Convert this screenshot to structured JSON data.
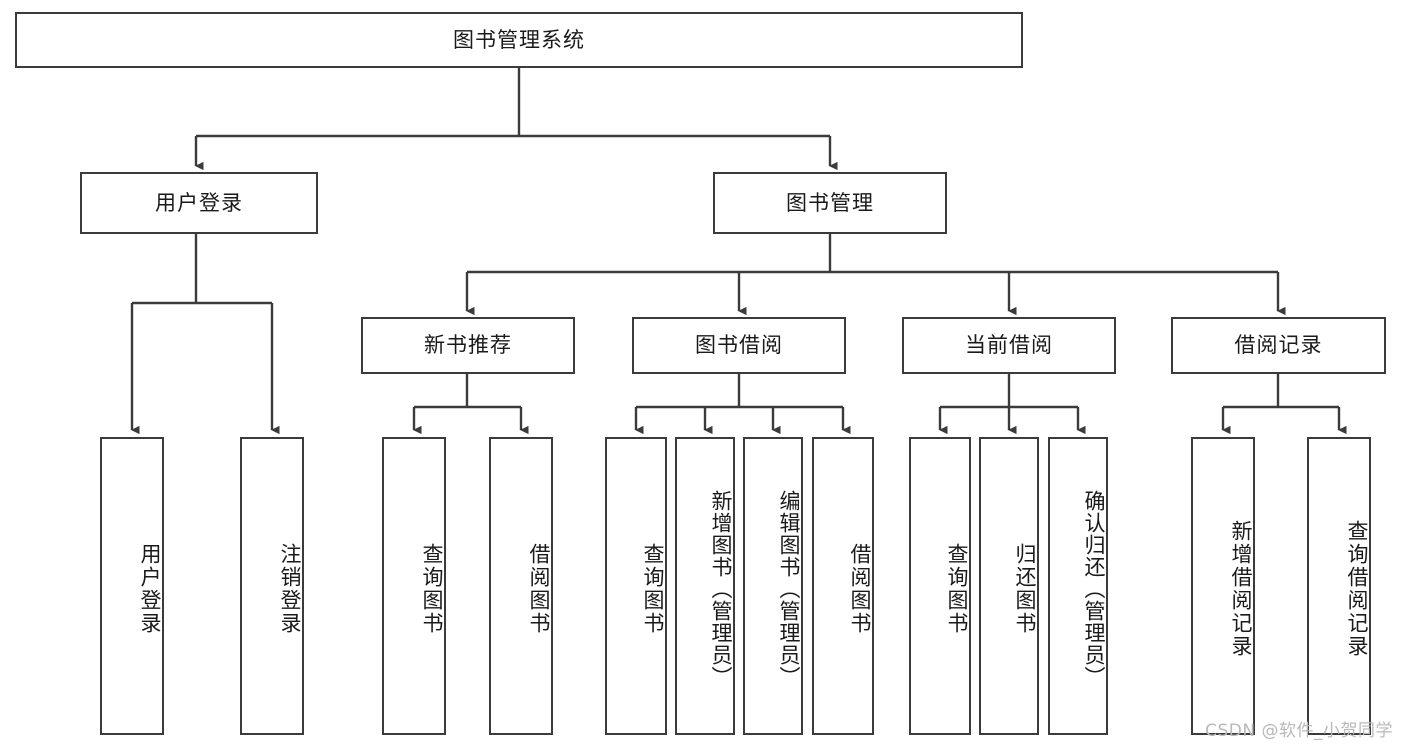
{
  "diagram": {
    "type": "tree-hierarchy",
    "title": "图书管理系统",
    "root": {
      "id": "root",
      "label": "图书管理系统",
      "orientation": "horizontal"
    },
    "level2": [
      {
        "id": "user-login",
        "label": "用户登录",
        "orientation": "horizontal"
      },
      {
        "id": "book-manage",
        "label": "图书管理",
        "orientation": "horizontal"
      }
    ],
    "level3": [
      {
        "id": "new-book-recommend",
        "label": "新书推荐",
        "orientation": "horizontal",
        "parent": "book-manage"
      },
      {
        "id": "book-borrow",
        "label": "图书借阅",
        "orientation": "horizontal",
        "parent": "book-manage"
      },
      {
        "id": "current-borrow",
        "label": "当前借阅",
        "orientation": "horizontal",
        "parent": "book-manage"
      },
      {
        "id": "borrow-record",
        "label": "借阅记录",
        "orientation": "horizontal",
        "parent": "book-manage"
      }
    ],
    "leaves": [
      {
        "id": "leaf-user-login",
        "label": "用户登录",
        "parent": "user-login"
      },
      {
        "id": "leaf-user-logout",
        "label": "注销登录",
        "parent": "user-login"
      },
      {
        "id": "leaf-query-book-1",
        "label": "查询图书",
        "parent": "new-book-recommend"
      },
      {
        "id": "leaf-borrow-book-1",
        "label": "借阅图书",
        "parent": "new-book-recommend"
      },
      {
        "id": "leaf-query-book-2",
        "label": "查询图书",
        "parent": "book-borrow"
      },
      {
        "id": "leaf-add-book",
        "label": "新增图书（管理员）",
        "parent": "book-borrow"
      },
      {
        "id": "leaf-edit-book",
        "label": "编辑图书（管理员）",
        "parent": "book-borrow"
      },
      {
        "id": "leaf-borrow-book-2",
        "label": "借阅图书",
        "parent": "book-borrow"
      },
      {
        "id": "leaf-query-book-3",
        "label": "查询图书",
        "parent": "current-borrow"
      },
      {
        "id": "leaf-return-book",
        "label": "归还图书",
        "parent": "current-borrow"
      },
      {
        "id": "leaf-confirm-return",
        "label": "确认归还（管理员）",
        "parent": "current-borrow"
      },
      {
        "id": "leaf-add-record",
        "label": "新增借阅记录",
        "parent": "borrow-record"
      },
      {
        "id": "leaf-query-record",
        "label": "查询借阅记录",
        "parent": "borrow-record"
      }
    ],
    "watermark": "CSDN @软件_小贺同学",
    "colors": {
      "stroke": "#3b3b3b",
      "background": "#ffffff",
      "text": "#1a1a1a",
      "watermark": "#b9b9b9"
    }
  }
}
